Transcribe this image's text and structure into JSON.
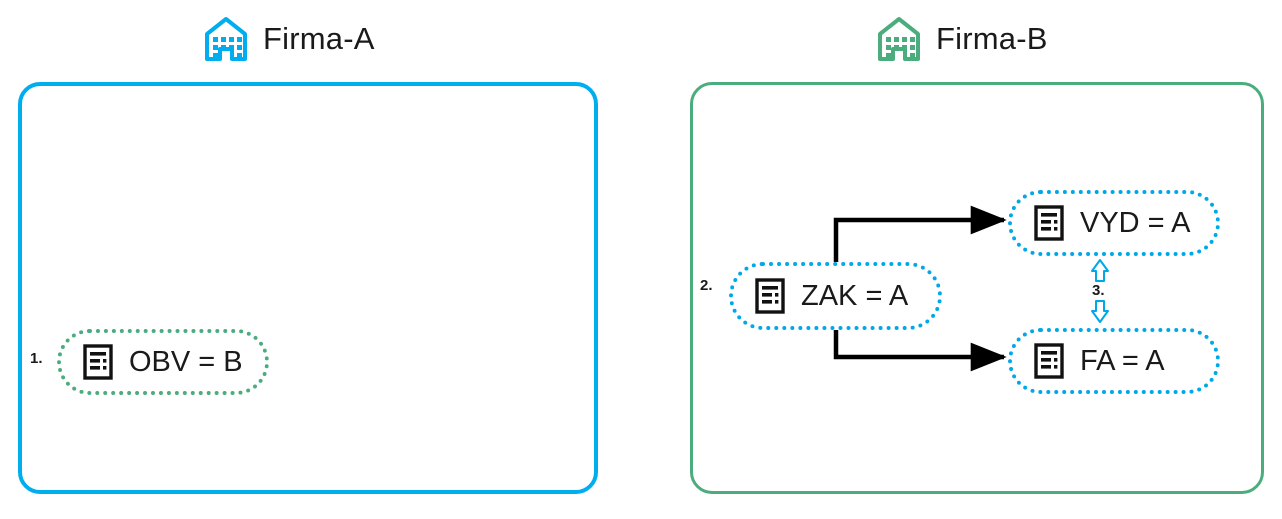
{
  "diagram": {
    "title_a": "Firma-A",
    "title_b": "Firma-B",
    "colors": {
      "firma_a_blue": "#00AEEF",
      "firma_b_green": "#4BAD7D",
      "node_blue_dotted": "#00A8E8",
      "node_green_dotted": "#4BAD7D",
      "arrow_black": "#000000",
      "text": "#1a1a1a"
    }
  },
  "panels": [
    {
      "id": "firma-a",
      "title": "Firma-A",
      "icon": "building-icon",
      "accent": "#00AEEF"
    },
    {
      "id": "firma-b",
      "title": "Firma-B",
      "icon": "building-icon",
      "accent": "#4BAD7D"
    }
  ],
  "nodes": [
    {
      "id": "obv",
      "label": "OBV = B",
      "icon": "document-icon",
      "border": "#4BAD7D",
      "step": "1.",
      "panel": "firma-a"
    },
    {
      "id": "zak",
      "label": "ZAK = A",
      "icon": "document-icon",
      "border": "#00A8E8",
      "step": "2.",
      "panel": "firma-b"
    },
    {
      "id": "vyd",
      "label": "VYD = A",
      "icon": "document-icon",
      "border": "#00A8E8",
      "step": "",
      "panel": "firma-b"
    },
    {
      "id": "fa",
      "label": "FA = A",
      "icon": "document-icon",
      "border": "#00A8E8",
      "step": "",
      "panel": "firma-b"
    }
  ],
  "connectors": [
    {
      "id": "zak-to-vyd",
      "from": "zak",
      "to": "vyd",
      "style": "elbow-arrow",
      "color": "#000000"
    },
    {
      "id": "zak-to-fa",
      "from": "zak",
      "to": "fa",
      "style": "elbow-arrow",
      "color": "#000000"
    },
    {
      "id": "vyd-fa-link",
      "from": "vyd",
      "to": "fa",
      "style": "hollow-double-arrow",
      "color": "#00A8E8",
      "step": "3."
    }
  ],
  "steps": {
    "one": "1.",
    "two": "2.",
    "three": "3."
  }
}
